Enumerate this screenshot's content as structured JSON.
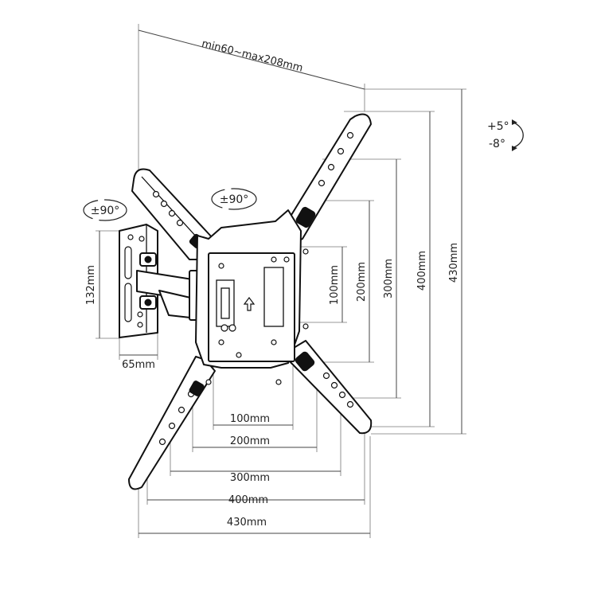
{
  "labels": {
    "vesa_range": "min60~max208mm",
    "tilt_up": "+5°",
    "tilt_down": "-8°",
    "swivel_left": "±90°",
    "rotate": "±90°",
    "wall_height": "132mm",
    "wall_width": "65mm",
    "v100": "100mm",
    "v200": "200mm",
    "v300": "300mm",
    "v400": "400mm",
    "v430": "430mm",
    "h100": "100mm",
    "h200": "200mm",
    "h300": "300mm",
    "h400": "400mm",
    "h430": "430mm"
  },
  "icons": {
    "tilt": "curved-arrow-icon",
    "swivel": "rotate-arrows-icon",
    "rotation": "rotate-arrows-icon",
    "up_arrow": "up-arrow-icon"
  }
}
